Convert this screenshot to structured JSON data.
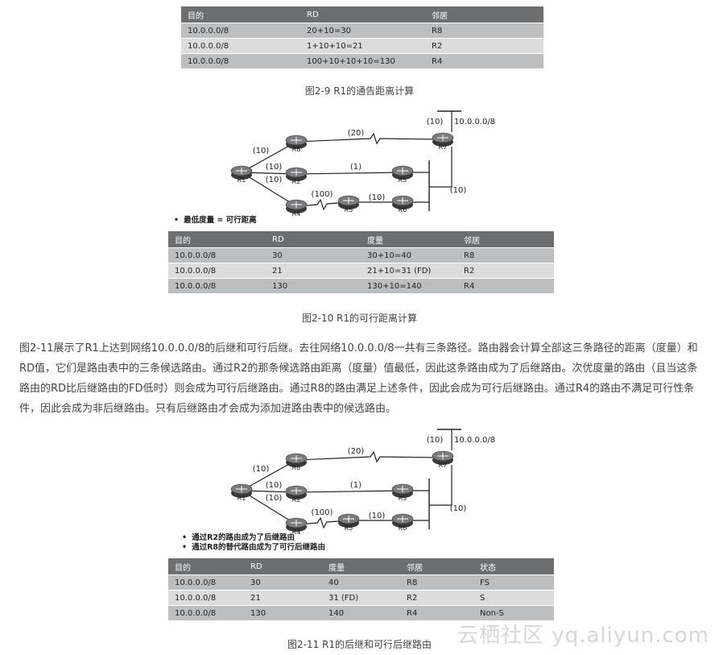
{
  "table1": {
    "headers": [
      "目的",
      "RD",
      "邻居"
    ],
    "rows": [
      [
        "10.0.0.0/8",
        "20+10=30",
        "R8"
      ],
      [
        "10.0.0.0/8",
        "1+10+10=21",
        "R2"
      ],
      [
        "10.0.0.0/8",
        "100+10+10+10=130",
        "R4"
      ]
    ],
    "caption": "图2-9 R1的通告距离计算"
  },
  "diagram": {
    "routers": [
      "R1",
      "R2",
      "R3",
      "R4",
      "R5",
      "R6",
      "R7",
      "R8"
    ],
    "link_labels": [
      "(20)",
      "(10)",
      "(10)",
      "(10)",
      "(1)",
      "(100)",
      "(10)",
      "(10)",
      "(10)"
    ],
    "network": "10.0.0.0/8"
  },
  "figure2": {
    "bullets": [
      "最低度量 = 可行距离"
    ],
    "headers": [
      "目的",
      "RD",
      "度量",
      "邻居"
    ],
    "rows": [
      [
        "10.0.0.0/8",
        "30",
        "30+10=40",
        "R8"
      ],
      [
        "10.0.0.0/8",
        "21",
        "21+10=31 (FD)",
        "R2"
      ],
      [
        "10.0.0.0/8",
        "130",
        "130+10=140",
        "R4"
      ]
    ],
    "caption": "图2-10 R1的可行距离计算"
  },
  "paragraph": "图2-11展示了R1上达到网络10.0.0.0/8的后继和可行后继。去往网络10.0.0.0/8一共有三条路径。路由器会计算全部这三条路径的距离（度量）和RD值，它们是路由表中的三条候选路由。通过R2的那条候选路由距离（度量）值最低，因此这条路由成为了后继路由。次优度量的路由（且当这条路由的RD比后继路由的FD低时）则会成为可行后继路由。通过R8的路由满足上述条件，因此会成为可行后继路由。通过R4的路由不满足可行性条件，因此会成为非后继路由。只有后继路由才会成为添加进路由表中的候选路由。",
  "figure3": {
    "bullets": [
      "通过R2的路由成为了后继路由",
      "通过R8的替代路由成为了可行后继路由"
    ],
    "headers": [
      "目的",
      "RD",
      "度量",
      "邻居",
      "状态"
    ],
    "rows": [
      [
        "10.0.0.0/8",
        "30",
        "40",
        "R8",
        "FS"
      ],
      [
        "10.0.0.0/8",
        "21",
        "31 (FD)",
        "R2",
        "S"
      ],
      [
        "10.0.0.0/8",
        "130",
        "140",
        "R4",
        "Non-S"
      ]
    ],
    "caption": "图2-11 R1的后继和可行后继路由"
  },
  "watermark": "云栖社区 yq.aliyun.com"
}
